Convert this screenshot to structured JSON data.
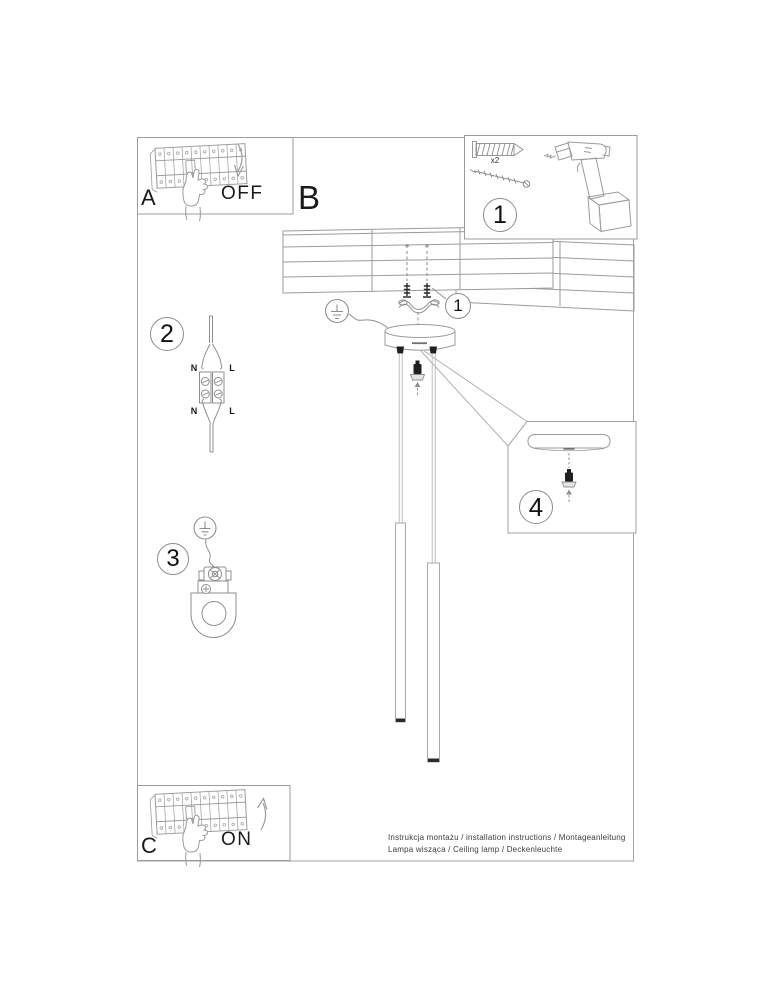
{
  "steps": {
    "a": {
      "label": "A",
      "action": "OFF"
    },
    "b": {
      "label": "B"
    },
    "c": {
      "label": "C",
      "action": "ON"
    },
    "s1": {
      "number": "1",
      "anchor_count": "x2",
      "callout": "1"
    },
    "s2": {
      "number": "2",
      "terminals": {
        "top_left": "N",
        "top_right": "L",
        "bottom_left": "N",
        "bottom_right": "L"
      }
    },
    "s3": {
      "number": "3"
    },
    "s4": {
      "number": "4"
    }
  },
  "footer": {
    "line1": "Instrukcja montażu / installation instructions / Montageanleitung",
    "line2": "Lampa wisząca / Ceiling lamp / Deckenleuchte"
  },
  "colors": {
    "line": "#9b9b9b",
    "ink": "#1a1a1a",
    "black_parts": "#1f1f1f"
  }
}
